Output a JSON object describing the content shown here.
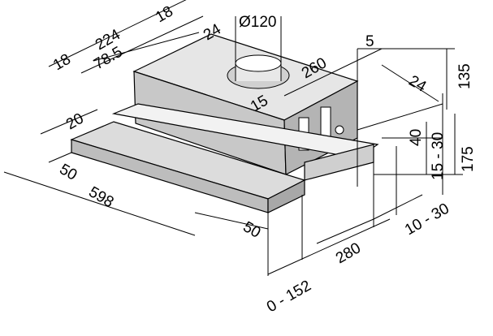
{
  "dimensions": {
    "left_edge": "18",
    "width_body": "224",
    "top_edge": "18",
    "duct_offset": "24",
    "duct_diameter": "Ø120",
    "duct_center": "78.5",
    "rear_gap": "5",
    "depth_body": "260",
    "height_body": "135",
    "duct_front": "15",
    "rear_offset": "24",
    "front_panel": "20",
    "cutout_height": "40",
    "adjust_height": "15 - 30",
    "total_height": "175",
    "front_side": "50",
    "total_width": "598",
    "rear_adjust": "10 - 30",
    "front_depth": "50",
    "depth_lower": "280",
    "extension": "0 - 152"
  }
}
